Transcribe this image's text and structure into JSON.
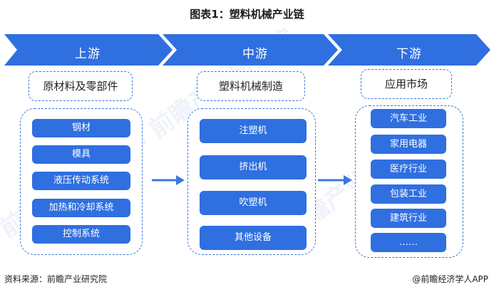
{
  "title": "图表1：塑料机械产业链",
  "stages": [
    {
      "label": "上游",
      "header": "原材料及零部件",
      "items": [
        "钢材",
        "模具",
        "液压传动系统",
        "加热和冷却系统",
        "控制系统"
      ]
    },
    {
      "label": "中游",
      "header": "塑料机械制造",
      "items": [
        "注塑机",
        "挤出机",
        "吹塑机",
        "其他设备"
      ]
    },
    {
      "label": "下游",
      "header": "应用市场",
      "items": [
        "汽车工业",
        "家用电器",
        "医疗行业",
        "包装工业",
        "建筑行业",
        "……"
      ]
    }
  ],
  "footer": {
    "source": "资料来源：前瞻产业研究院",
    "brand": "@前瞻经济学人APP"
  },
  "watermark": "前瞻产业研究院",
  "colors": {
    "banner": "#2f6fe0",
    "item": "#2f6fe0",
    "border": "#3a78dc",
    "arrow": "#3a78dc"
  }
}
